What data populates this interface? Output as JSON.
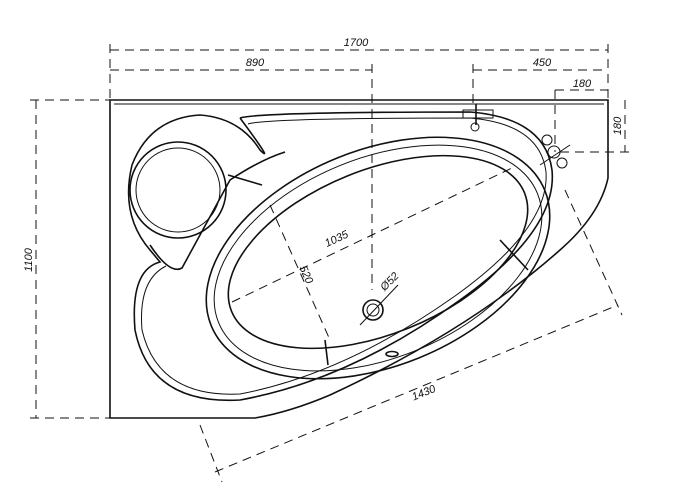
{
  "drawing": {
    "title": "Corner bathtub plan view",
    "dimensions": {
      "overall_width": "1700",
      "left_offset": "890",
      "right_offset": "450",
      "tap_offset_x": "180",
      "tap_offset_y": "180",
      "overall_depth": "1100",
      "basin_length": "1035",
      "basin_width": "520",
      "drain_diameter": "Ø52",
      "front_length": "1430"
    }
  }
}
